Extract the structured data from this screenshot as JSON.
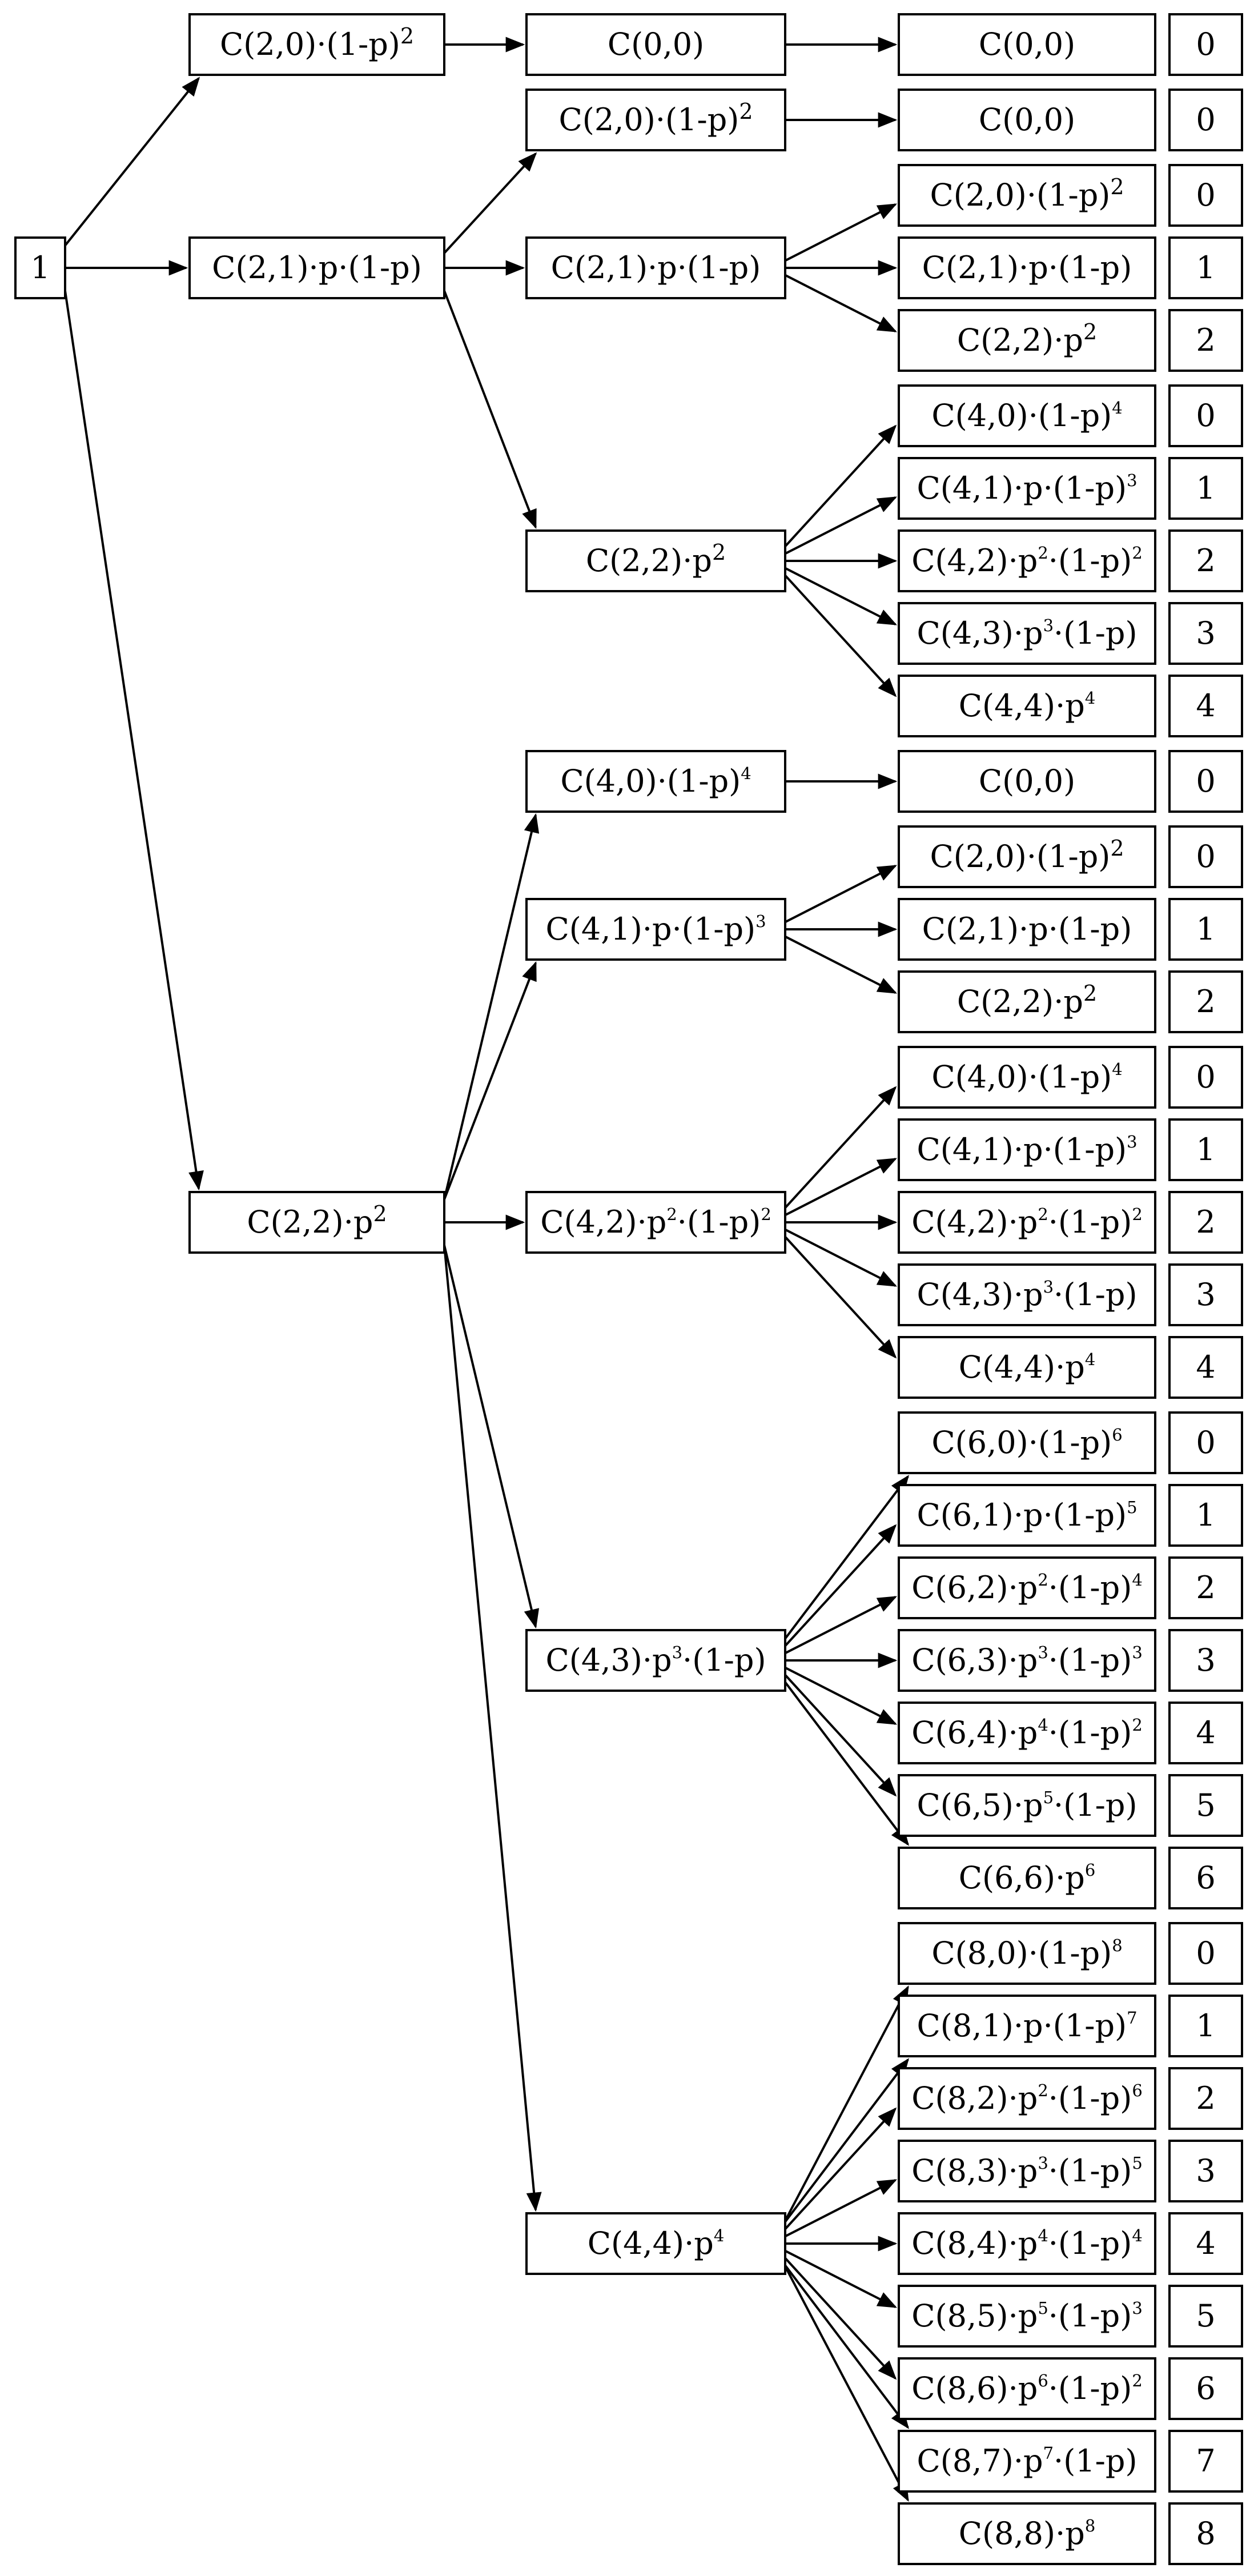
{
  "colors": {
    "background": "#ffffff",
    "box_fill": "#ffffff",
    "line": "#000000",
    "text": "#000000"
  },
  "tree": {
    "root": {
      "id": "root",
      "label": "1",
      "row": 3,
      "children": [
        "B0",
        "B1",
        "B2"
      ]
    },
    "level1": [
      {
        "id": "B0",
        "label": "C(2,0)·(1-p)²",
        "sup": "large",
        "row": 0,
        "children": [
          "C0"
        ]
      },
      {
        "id": "B1",
        "label": "C(2,1)·p·(1-p)",
        "sup": "none",
        "row": 3,
        "children": [
          "C1",
          "C2",
          "C3"
        ]
      },
      {
        "id": "B2",
        "label": "C(2,2)·p²",
        "sup": "large",
        "row": 16,
        "children": [
          "C4",
          "C5",
          "C6",
          "C7",
          "C8"
        ]
      }
    ],
    "level2": [
      {
        "id": "C0",
        "label": "C(0,0)",
        "sup": "none",
        "row": 0,
        "leaf_rows": [
          0
        ]
      },
      {
        "id": "C1",
        "label": "C(2,0)·(1-p)²",
        "sup": "large",
        "row": 1,
        "leaf_rows": [
          1
        ]
      },
      {
        "id": "C2",
        "label": "C(2,1)·p·(1-p)",
        "sup": "none",
        "row": 3,
        "leaf_rows": [
          2,
          3,
          4
        ]
      },
      {
        "id": "C3",
        "label": "C(2,2)·p²",
        "sup": "large",
        "row": 7,
        "leaf_rows": [
          5,
          6,
          7,
          8,
          9
        ]
      },
      {
        "id": "C4",
        "label": "C(4,0)·(1-p)⁴",
        "sup": "small",
        "row": 10,
        "leaf_rows": [
          10
        ]
      },
      {
        "id": "C5",
        "label": "C(4,1)·p·(1-p)³",
        "sup": "small",
        "row": 12,
        "leaf_rows": [
          11,
          12,
          13
        ]
      },
      {
        "id": "C6",
        "label": "C(4,2)·p²·(1-p)²",
        "sup": "small",
        "row": 16,
        "leaf_rows": [
          14,
          15,
          16,
          17,
          18
        ]
      },
      {
        "id": "C7",
        "label": "C(4,3)·p³·(1-p)",
        "sup": "small",
        "row": 22,
        "leaf_rows": [
          19,
          20,
          21,
          22,
          23,
          24,
          25
        ]
      },
      {
        "id": "C8",
        "label": "C(4,4)·p⁴",
        "sup": "small",
        "row": 30,
        "leaf_rows": [
          26,
          27,
          28,
          29,
          30,
          31,
          32,
          33,
          34
        ]
      }
    ],
    "leaves": [
      {
        "label": "C(0,0)",
        "sup": "none",
        "value": "0"
      },
      {
        "label": "C(0,0)",
        "sup": "none",
        "value": "0"
      },
      {
        "label": "C(2,0)·(1-p)²",
        "sup": "large",
        "value": "0"
      },
      {
        "label": "C(2,1)·p·(1-p)",
        "sup": "none",
        "value": "1"
      },
      {
        "label": "C(2,2)·p²",
        "sup": "large",
        "value": "2"
      },
      {
        "label": "C(4,0)·(1-p)⁴",
        "sup": "small",
        "value": "0"
      },
      {
        "label": "C(4,1)·p·(1-p)³",
        "sup": "small",
        "value": "1"
      },
      {
        "label": "C(4,2)·p²·(1-p)²",
        "sup": "small",
        "value": "2"
      },
      {
        "label": "C(4,3)·p³·(1-p)",
        "sup": "small",
        "value": "3"
      },
      {
        "label": "C(4,4)·p⁴",
        "sup": "small",
        "value": "4"
      },
      {
        "label": "C(0,0)",
        "sup": "none",
        "value": "0"
      },
      {
        "label": "C(2,0)·(1-p)²",
        "sup": "large",
        "value": "0"
      },
      {
        "label": "C(2,1)·p·(1-p)",
        "sup": "none",
        "value": "1"
      },
      {
        "label": "C(2,2)·p²",
        "sup": "large",
        "value": "2"
      },
      {
        "label": "C(4,0)·(1-p)⁴",
        "sup": "small",
        "value": "0"
      },
      {
        "label": "C(4,1)·p·(1-p)³",
        "sup": "small",
        "value": "1"
      },
      {
        "label": "C(4,2)·p²·(1-p)²",
        "sup": "small",
        "value": "2"
      },
      {
        "label": "C(4,3)·p³·(1-p)",
        "sup": "small",
        "value": "3"
      },
      {
        "label": "C(4,4)·p⁴",
        "sup": "small",
        "value": "4"
      },
      {
        "label": "C(6,0)·(1-p)⁶",
        "sup": "small",
        "value": "0"
      },
      {
        "label": "C(6,1)·p·(1-p)⁵",
        "sup": "small",
        "value": "1"
      },
      {
        "label": "C(6,2)·p²·(1-p)⁴",
        "sup": "small",
        "value": "2"
      },
      {
        "label": "C(6,3)·p³·(1-p)³",
        "sup": "small",
        "value": "3"
      },
      {
        "label": "C(6,4)·p⁴·(1-p)²",
        "sup": "small",
        "value": "4"
      },
      {
        "label": "C(6,5)·p⁵·(1-p)",
        "sup": "small",
        "value": "5"
      },
      {
        "label": "C(6,6)·p⁶",
        "sup": "small",
        "value": "6"
      },
      {
        "label": "C(8,0)·(1-p)⁸",
        "sup": "small",
        "value": "0"
      },
      {
        "label": "C(8,1)·p·(1-p)⁷",
        "sup": "small",
        "value": "1"
      },
      {
        "label": "C(8,2)·p²·(1-p)⁶",
        "sup": "small",
        "value": "2"
      },
      {
        "label": "C(8,3)·p³·(1-p)⁵",
        "sup": "small",
        "value": "3"
      },
      {
        "label": "C(8,4)·p⁴·(1-p)⁴",
        "sup": "small",
        "value": "4"
      },
      {
        "label": "C(8,5)·p⁵·(1-p)³",
        "sup": "small",
        "value": "5"
      },
      {
        "label": "C(8,6)·p⁶·(1-p)²",
        "sup": "small",
        "value": "6"
      },
      {
        "label": "C(8,7)·p⁷·(1-p)",
        "sup": "small",
        "value": "7"
      },
      {
        "label": "C(8,8)·p⁸",
        "sup": "small",
        "value": "8"
      }
    ]
  }
}
